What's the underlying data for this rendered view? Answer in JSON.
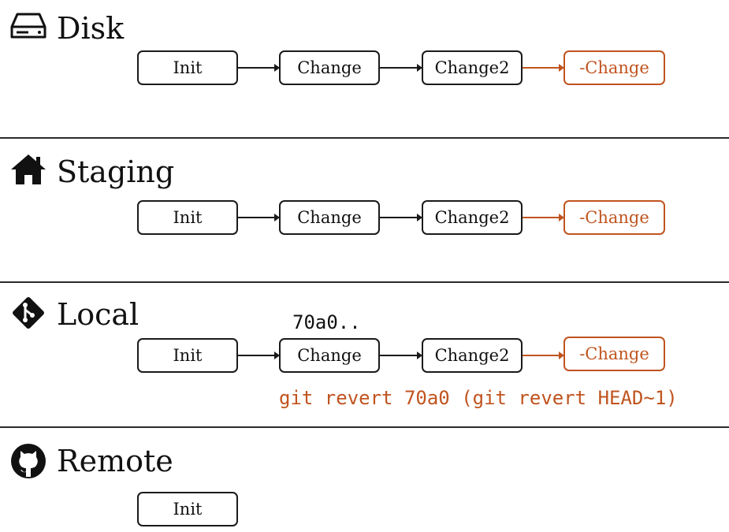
{
  "disk": {
    "title": "Disk",
    "nodes": [
      "Init",
      "Change",
      "Change2",
      "-Change"
    ]
  },
  "staging": {
    "title": "Staging",
    "nodes": [
      "Init",
      "Change",
      "Change2",
      "-Change"
    ]
  },
  "local": {
    "title": "Local",
    "hash_label": "70a0..",
    "nodes": [
      "Init",
      "Change",
      "Change2",
      "-Change"
    ],
    "command": "git revert 70a0 (git revert HEAD~1)"
  },
  "remote": {
    "title": "Remote",
    "nodes": [
      "Init"
    ]
  },
  "colors": {
    "accent": "#c0541f",
    "line": "#1a1a1a"
  },
  "icons": {
    "disk": "hard-drive-icon",
    "staging": "house-icon",
    "local": "git-icon",
    "remote": "github-icon"
  }
}
